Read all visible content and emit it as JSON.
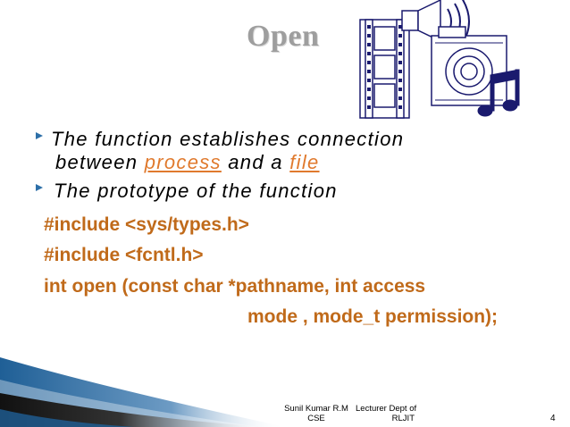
{
  "slide": {
    "title": "Open",
    "bullets": [
      {
        "line1": "The function establishes connection",
        "line2_prefix": "between ",
        "link1": "process",
        "line2_middle": " and a ",
        "link2": "file"
      },
      {
        "text": "The prototype of the function"
      }
    ],
    "code_lines": [
      "#include <sys/types.h>",
      "#include <fcntl.h>",
      "int open (const char *pathname, int access",
      "mode , mode_t permission);"
    ],
    "footer": {
      "author_line1": "Sunil Kumar R.M",
      "author_line2": "CSE",
      "dept_line1": "Lecturer Dept of",
      "dept_line2": "RLJIT",
      "page_number": "4"
    },
    "colors": {
      "title": "#9e9e9e",
      "code": "#c06a1a",
      "link": "#e07a2e",
      "bullet_marker": "#2d6fa8",
      "swoosh": "#1f5f96"
    },
    "clipart_icon": "multimedia-clipart-icon"
  }
}
